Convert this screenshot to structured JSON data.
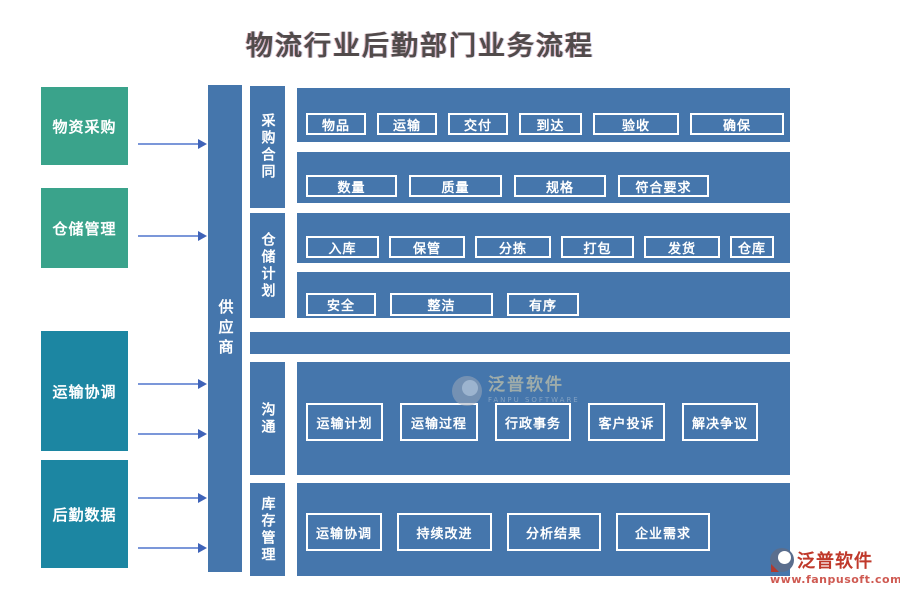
{
  "title": "物流行业后勤部门业务流程",
  "colors": {
    "band_blue": "#4576ac",
    "node_green": "#3aa38b",
    "node_teal": "#1c86a2",
    "arrow_line": "#7b97d9",
    "arrow_head": "#3f63b8",
    "title_text": "#514b4b",
    "logo_red": "#c0392b"
  },
  "left_nodes": [
    {
      "label": "物资采购"
    },
    {
      "label": "仓储管理"
    },
    {
      "label": "运输协调"
    },
    {
      "label": "后勤数据"
    }
  ],
  "supplier_bar": {
    "label": "供应商"
  },
  "sections": [
    {
      "label": "采购合同"
    },
    {
      "label": "仓储计划"
    },
    {
      "label": "沟通"
    },
    {
      "label": "库存管理"
    }
  ],
  "rows": [
    {
      "chips": [
        "物品",
        "运输",
        "交付",
        "到达",
        "验收",
        "确保"
      ]
    },
    {
      "chips": [
        "数量",
        "质量",
        "规格",
        "符合要求"
      ]
    },
    {
      "chips": [
        "入库",
        "保管",
        "分拣",
        "打包",
        "发货",
        "仓库"
      ]
    },
    {
      "chips": [
        "安全",
        "整洁",
        "有序"
      ]
    },
    {
      "chips": [
        "运输计划",
        "运输过程",
        "行政事务",
        "客户投诉",
        "解决争议"
      ]
    },
    {
      "chips": [
        "运输协调",
        "持续改进",
        "分析结果",
        "企业需求"
      ]
    }
  ],
  "watermark": {
    "text": "泛普软件",
    "subtext": "FANPU SOFTWARE"
  },
  "logo": {
    "brand": "泛普软件",
    "url": "www.fanpusoft.com"
  }
}
